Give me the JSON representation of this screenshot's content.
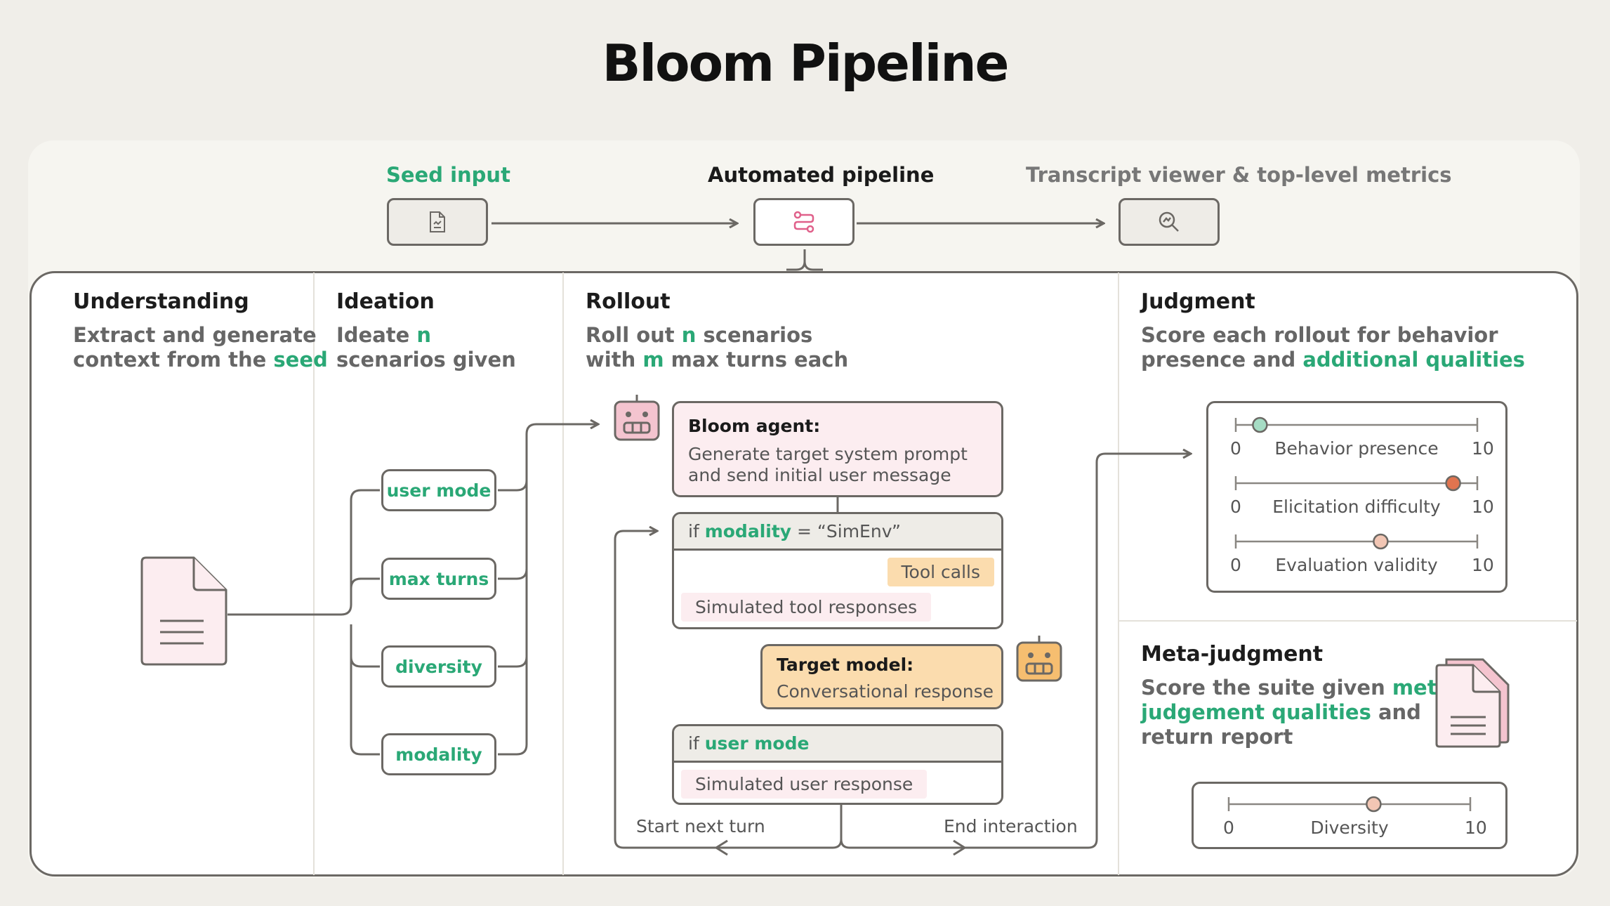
{
  "title": "Bloom Pipeline",
  "top": {
    "seed_label": "Seed input",
    "pipeline_label": "Automated pipeline",
    "viewer_label": "Transcript viewer & top-level metrics"
  },
  "understanding": {
    "title": "Understanding",
    "desc_line1": "Extract and generate",
    "desc_line2_prefix": "context from the ",
    "desc_line2_accent": "seed"
  },
  "ideation": {
    "title": "Ideation",
    "desc_line1_prefix": "Ideate ",
    "desc_line1_accent": "n",
    "desc_line2": "scenarios given",
    "chips": [
      "user mode",
      "max turns",
      "diversity",
      "modality"
    ]
  },
  "rollout": {
    "title": "Rollout",
    "desc_line1_prefix": "Roll out ",
    "desc_line1_accent": "n",
    "desc_line1_suffix": " scenarios",
    "desc_line2_prefix": "with ",
    "desc_line2_accent": "m",
    "desc_line2_suffix": " max turns each",
    "agent_title": "Bloom agent:",
    "agent_line1": "Generate target system prompt",
    "agent_line2": "and send initial user message",
    "simenv_prefix": "if ",
    "simenv_accent": "modality",
    "simenv_suffix": " = “SimEnv”",
    "tool_calls": "Tool calls",
    "sim_tool_responses": "Simulated tool responses",
    "target_title": "Target model:",
    "target_line": "Conversational response",
    "usermode_prefix": "if ",
    "usermode_accent": "user mode",
    "sim_user_response": "Simulated user response",
    "start_next_turn": "Start next turn",
    "end_interaction": "End interaction"
  },
  "judgment": {
    "title": "Judgment",
    "desc_line1": "Score each rollout for behavior",
    "desc_line2_prefix": "presence and ",
    "desc_line2_accent": "additional qualities",
    "scales": [
      {
        "min": "0",
        "max": "10",
        "label": "Behavior presence",
        "value": 1,
        "color": "#a6dcc4"
      },
      {
        "min": "0",
        "max": "10",
        "label": "Elicitation difficulty",
        "value": 9,
        "color": "#e0744f"
      },
      {
        "min": "0",
        "max": "10",
        "label": "Evaluation validity",
        "value": 6,
        "color": "#f2c6b4"
      }
    ]
  },
  "meta": {
    "title": "Meta-judgment",
    "desc_line1_prefix": "Score the suite given ",
    "desc_line1_accent": "meta",
    "desc_line2_accent": "judgement qualities",
    "desc_line2_suffix": " and",
    "desc_line3": "return report",
    "scale": {
      "min": "0",
      "max": "10",
      "label": "Diversity",
      "value": 6,
      "color": "#f2c6b4"
    }
  },
  "colors": {
    "accent_green": "#2aa876",
    "pink_fill": "#fcedf0",
    "pink_icon": "#f4c4cf",
    "orange_fill": "#fbdcae",
    "orange_icon": "#f6be70",
    "stroke": "#6b6864"
  },
  "icons": [
    "document-icon",
    "pipeline-icon",
    "magnifier-icon",
    "robot-icon"
  ]
}
